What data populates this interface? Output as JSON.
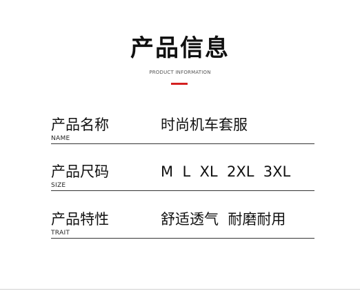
{
  "header": {
    "title": "产品信息",
    "subtitle": "PRODUCT INFORMATION",
    "accent_color": "#d42020"
  },
  "rows": [
    {
      "label": "产品名称",
      "label_en": "NAME",
      "value": "时尚机车套服"
    },
    {
      "label": "产品尺码",
      "label_en": "SIZE",
      "value": "M  L  XL  2XL  3XL"
    },
    {
      "label": "产品特性",
      "label_en": "TRAIT",
      "value": "舒适透气  耐磨耐用"
    }
  ]
}
